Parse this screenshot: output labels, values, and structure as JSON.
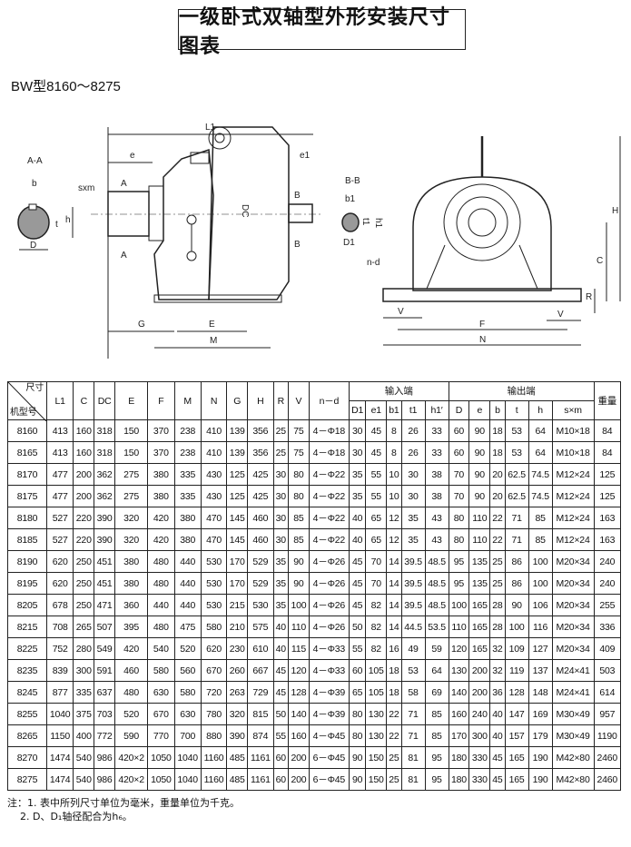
{
  "title": "一级卧式双轴型外形安装尺寸图表",
  "subtitle": "BW型8160～8275",
  "diagram": {
    "section_aa": "A-A",
    "section_bb": "B-B",
    "L1": "L1",
    "e": "e",
    "e1": "e1",
    "sxm": "sxm",
    "A": "A",
    "B": "B",
    "DC": "DC",
    "b": "b",
    "t": "t",
    "h": "h",
    "D": "D",
    "b1": "b1",
    "t1": "t1",
    "h1": "h1",
    "D1": "D1",
    "G": "G",
    "E": "E",
    "M": "M",
    "nd": "n-d",
    "V": "V",
    "F": "F",
    "N": "N",
    "H": "H",
    "C": "C",
    "R": "R"
  },
  "table": {
    "corner_top": "尺寸",
    "corner_bottom": "机型号",
    "group_input": "输入端",
    "group_output": "输出端",
    "weight": "重量",
    "columns": [
      "L1",
      "C",
      "DC",
      "E",
      "F",
      "M",
      "N",
      "G",
      "H",
      "R",
      "V",
      "n－d"
    ],
    "input_columns": [
      "D1",
      "e1",
      "b1",
      "t1",
      "h1′"
    ],
    "output_columns": [
      "D",
      "e",
      "b",
      "t",
      "h",
      "s×m"
    ],
    "rows": [
      [
        "8160",
        "413",
        "160",
        "318",
        "150",
        "370",
        "238",
        "410",
        "139",
        "356",
        "25",
        "75",
        "4－Φ18",
        "30",
        "45",
        "8",
        "26",
        "33",
        "60",
        "90",
        "18",
        "53",
        "64",
        "M10×18",
        "84"
      ],
      [
        "8165",
        "413",
        "160",
        "318",
        "150",
        "370",
        "238",
        "410",
        "139",
        "356",
        "25",
        "75",
        "4－Φ18",
        "30",
        "45",
        "8",
        "26",
        "33",
        "60",
        "90",
        "18",
        "53",
        "64",
        "M10×18",
        "84"
      ],
      [
        "8170",
        "477",
        "200",
        "362",
        "275",
        "380",
        "335",
        "430",
        "125",
        "425",
        "30",
        "80",
        "4－Φ22",
        "35",
        "55",
        "10",
        "30",
        "38",
        "70",
        "90",
        "20",
        "62.5",
        "74.5",
        "M12×24",
        "125"
      ],
      [
        "8175",
        "477",
        "200",
        "362",
        "275",
        "380",
        "335",
        "430",
        "125",
        "425",
        "30",
        "80",
        "4－Φ22",
        "35",
        "55",
        "10",
        "30",
        "38",
        "70",
        "90",
        "20",
        "62.5",
        "74.5",
        "M12×24",
        "125"
      ],
      [
        "8180",
        "527",
        "220",
        "390",
        "320",
        "420",
        "380",
        "470",
        "145",
        "460",
        "30",
        "85",
        "4－Φ22",
        "40",
        "65",
        "12",
        "35",
        "43",
        "80",
        "110",
        "22",
        "71",
        "85",
        "M12×24",
        "163"
      ],
      [
        "8185",
        "527",
        "220",
        "390",
        "320",
        "420",
        "380",
        "470",
        "145",
        "460",
        "30",
        "85",
        "4－Φ22",
        "40",
        "65",
        "12",
        "35",
        "43",
        "80",
        "110",
        "22",
        "71",
        "85",
        "M12×24",
        "163"
      ],
      [
        "8190",
        "620",
        "250",
        "451",
        "380",
        "480",
        "440",
        "530",
        "170",
        "529",
        "35",
        "90",
        "4－Φ26",
        "45",
        "70",
        "14",
        "39.5",
        "48.5",
        "95",
        "135",
        "25",
        "86",
        "100",
        "M20×34",
        "240"
      ],
      [
        "8195",
        "620",
        "250",
        "451",
        "380",
        "480",
        "440",
        "530",
        "170",
        "529",
        "35",
        "90",
        "4－Φ26",
        "45",
        "70",
        "14",
        "39.5",
        "48.5",
        "95",
        "135",
        "25",
        "86",
        "100",
        "M20×34",
        "240"
      ],
      [
        "8205",
        "678",
        "250",
        "471",
        "360",
        "440",
        "440",
        "530",
        "215",
        "530",
        "35",
        "100",
        "4－Φ26",
        "45",
        "82",
        "14",
        "39.5",
        "48.5",
        "100",
        "165",
        "28",
        "90",
        "106",
        "M20×34",
        "255"
      ],
      [
        "8215",
        "708",
        "265",
        "507",
        "395",
        "480",
        "475",
        "580",
        "210",
        "575",
        "40",
        "110",
        "4－Φ26",
        "50",
        "82",
        "14",
        "44.5",
        "53.5",
        "110",
        "165",
        "28",
        "100",
        "116",
        "M20×34",
        "336"
      ],
      [
        "8225",
        "752",
        "280",
        "549",
        "420",
        "540",
        "520",
        "620",
        "230",
        "610",
        "40",
        "115",
        "4－Φ33",
        "55",
        "82",
        "16",
        "49",
        "59",
        "120",
        "165",
        "32",
        "109",
        "127",
        "M20×34",
        "409"
      ],
      [
        "8235",
        "839",
        "300",
        "591",
        "460",
        "580",
        "560",
        "670",
        "260",
        "667",
        "45",
        "120",
        "4－Φ33",
        "60",
        "105",
        "18",
        "53",
        "64",
        "130",
        "200",
        "32",
        "119",
        "137",
        "M24×41",
        "503"
      ],
      [
        "8245",
        "877",
        "335",
        "637",
        "480",
        "630",
        "580",
        "720",
        "263",
        "729",
        "45",
        "128",
        "4－Φ39",
        "65",
        "105",
        "18",
        "58",
        "69",
        "140",
        "200",
        "36",
        "128",
        "148",
        "M24×41",
        "614"
      ],
      [
        "8255",
        "1040",
        "375",
        "703",
        "520",
        "670",
        "630",
        "780",
        "320",
        "815",
        "50",
        "140",
        "4－Φ39",
        "80",
        "130",
        "22",
        "71",
        "85",
        "160",
        "240",
        "40",
        "147",
        "169",
        "M30×49",
        "957"
      ],
      [
        "8265",
        "1150",
        "400",
        "772",
        "590",
        "770",
        "700",
        "880",
        "390",
        "874",
        "55",
        "160",
        "4－Φ45",
        "80",
        "130",
        "22",
        "71",
        "85",
        "170",
        "300",
        "40",
        "157",
        "179",
        "M30×49",
        "1190"
      ],
      [
        "8270",
        "1474",
        "540",
        "986",
        "420×2",
        "1050",
        "1040",
        "1160",
        "485",
        "1161",
        "60",
        "200",
        "6－Φ45",
        "90",
        "150",
        "25",
        "81",
        "95",
        "180",
        "330",
        "45",
        "165",
        "190",
        "M42×80",
        "2460"
      ],
      [
        "8275",
        "1474",
        "540",
        "986",
        "420×2",
        "1050",
        "1040",
        "1160",
        "485",
        "1161",
        "60",
        "200",
        "6－Φ45",
        "90",
        "150",
        "25",
        "81",
        "95",
        "180",
        "330",
        "45",
        "165",
        "190",
        "M42×80",
        "2460"
      ]
    ]
  },
  "notes": [
    "注：1. 表中所列尺寸单位为毫米，重量单位为千克。",
    "2. D、D₁轴径配合为h₆。"
  ]
}
